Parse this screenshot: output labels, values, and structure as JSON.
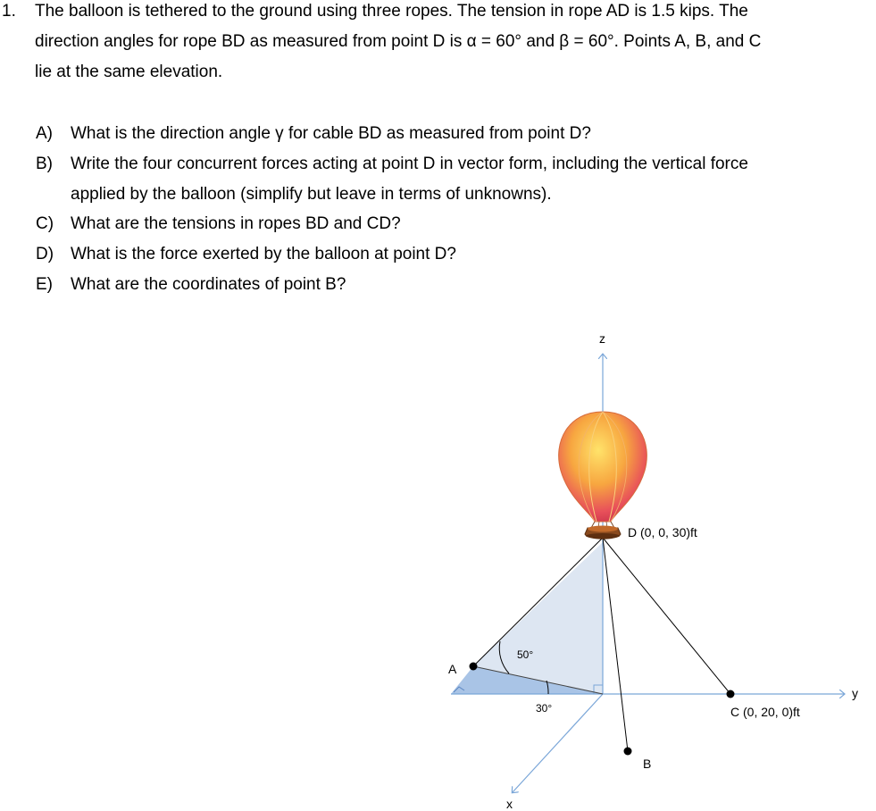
{
  "problem": {
    "number": "1.",
    "lines": [
      "The balloon is tethered to the ground using three ropes.  The tension in rope AD is 1.5 kips.  The",
      "direction angles for rope BD as measured from point D is α = 60° and β = 60°.  Points A, B, and C",
      "lie at the same elevation."
    ]
  },
  "questions": [
    {
      "label": "A)",
      "text": "What is the direction angle γ for cable BD as measured from point D?"
    },
    {
      "label": "B)",
      "text": "Write the four concurrent forces acting at point D in vector form, including the vertical force"
    },
    {
      "label": "",
      "text": "applied by the balloon (simplify but leave in terms of unknowns)."
    },
    {
      "label": "C)",
      "text": "What are the tensions in ropes BD and CD?"
    },
    {
      "label": "D)",
      "text": "What is the force exerted by the balloon at point D?"
    },
    {
      "label": "E)",
      "text": "What are the coordinates of point B?"
    }
  ],
  "figure": {
    "axis_z": "z",
    "axis_y": "y",
    "axis_x": "x",
    "point_a": "A",
    "point_b": "B",
    "point_d": "D (0, 0, 30)ft",
    "point_c": "C (0, 20, 0)ft",
    "angle_50": "50°",
    "angle_30": "30°"
  }
}
